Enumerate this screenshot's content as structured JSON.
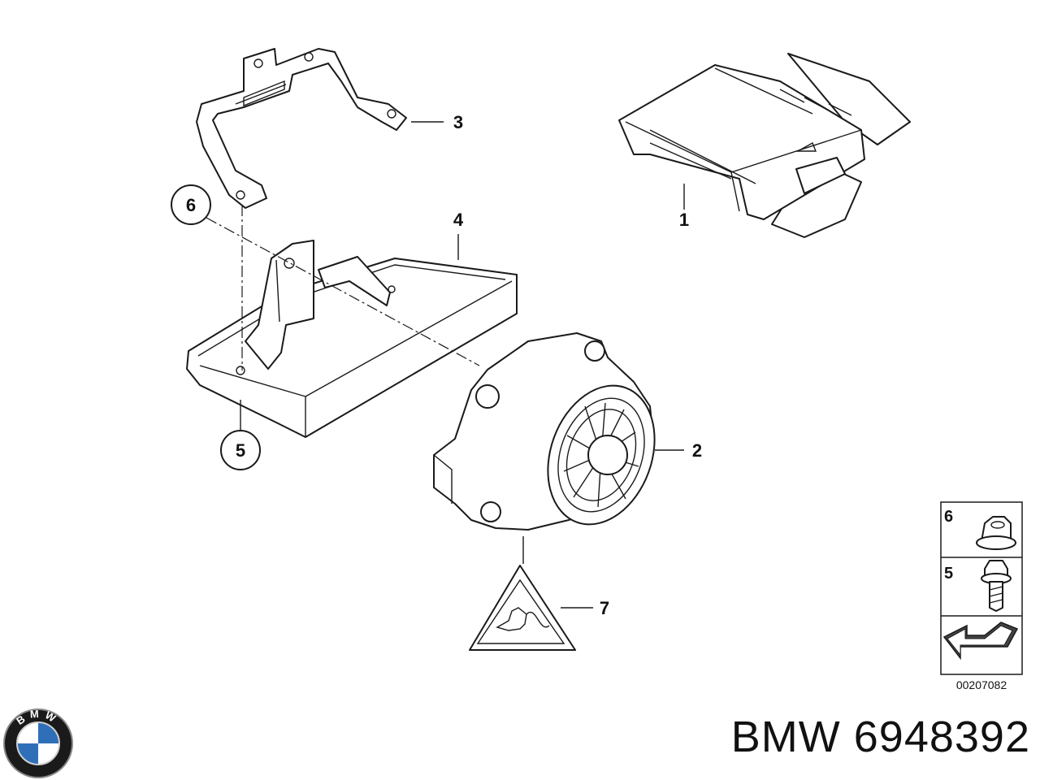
{
  "caption": {
    "brand": "BMW",
    "part_number": "6948392"
  },
  "diagram_ref": "00207082",
  "logo": {
    "letters": "BMW",
    "icon": "bmw-roundel-icon"
  },
  "callouts": [
    {
      "id": "1",
      "label": "1"
    },
    {
      "id": "2",
      "label": "2"
    },
    {
      "id": "3",
      "label": "3"
    },
    {
      "id": "4",
      "label": "4"
    },
    {
      "id": "5",
      "label": "5"
    },
    {
      "id": "6",
      "label": "6"
    },
    {
      "id": "7",
      "label": "7"
    }
  ],
  "legend": [
    {
      "label": "6",
      "icon": "hex-flange-nut-icon"
    },
    {
      "label": "5",
      "icon": "flange-bolt-icon"
    },
    {
      "label": "",
      "icon": "arrow-symbol-icon"
    }
  ],
  "colors": {
    "line": "#1a1a1a",
    "background": "#ffffff"
  }
}
